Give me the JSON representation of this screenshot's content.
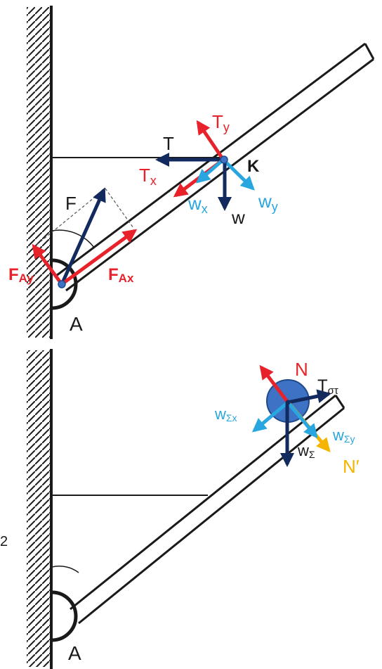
{
  "colors": {
    "wall": "#1a1a1a",
    "beam": "#222222",
    "red": "#e8222b",
    "navy": "#132a5e",
    "lightblue": "#29a6df",
    "yellow": "#f5b400",
    "ball": "#3d72c4",
    "ball_edge": "#1f4b8c"
  },
  "top_diagram": {
    "labels": {
      "F": "F",
      "F_Ay_main": "F",
      "F_Ay_sub": "Ay",
      "F_Ax_main": "F",
      "F_Ax_sub": "Ax",
      "A": "A",
      "T": "T",
      "T_y_main": "T",
      "T_y_sub": "y",
      "T_x_main": "T",
      "T_x_sub": "x",
      "K": "K",
      "w": "w",
      "w_x_main": "w",
      "w_x_sub": "x",
      "w_y_main": "w",
      "w_y_sub": "y"
    }
  },
  "bottom_diagram": {
    "labels": {
      "N": "N",
      "T_st_main": "T",
      "T_st_sub": "στ",
      "w_Sx_main": "w",
      "w_Sx_sub": "Σx",
      "w_Sy_main": "w",
      "w_Sy_sub": "Σy",
      "w_S_main": "w",
      "w_S_sub": "Σ",
      "N_prime": "N′",
      "A": "A"
    },
    "side_mark": "2"
  }
}
